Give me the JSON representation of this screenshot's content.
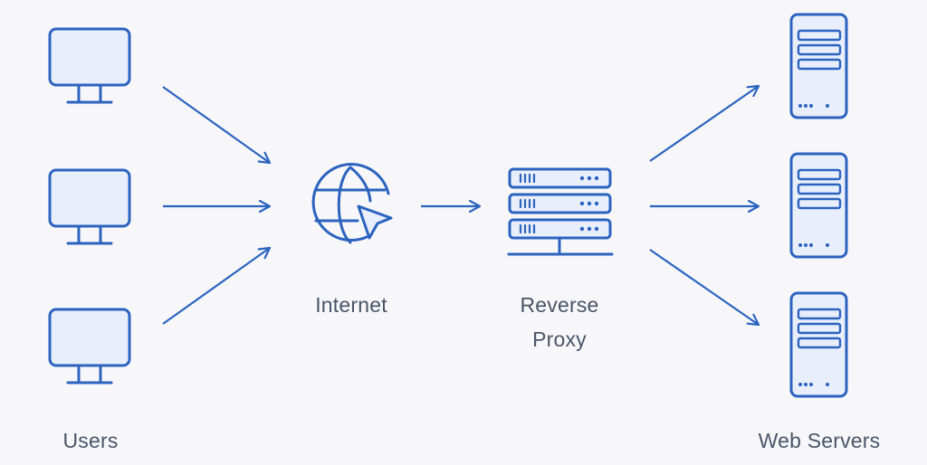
{
  "labels": {
    "users": "Users",
    "internet": "Internet",
    "reverse_proxy_line1": "Reverse",
    "reverse_proxy_line2": "Proxy",
    "web_servers": "Web Servers"
  },
  "colors": {
    "stroke": "#2b63bf",
    "fill": "#e8eefb",
    "background": "#f7f7fa",
    "text": "#4a5568"
  },
  "icons": {
    "user": "monitor-icon",
    "internet": "globe-cursor-icon",
    "proxy": "server-rack-icon",
    "server": "server-tower-icon"
  }
}
